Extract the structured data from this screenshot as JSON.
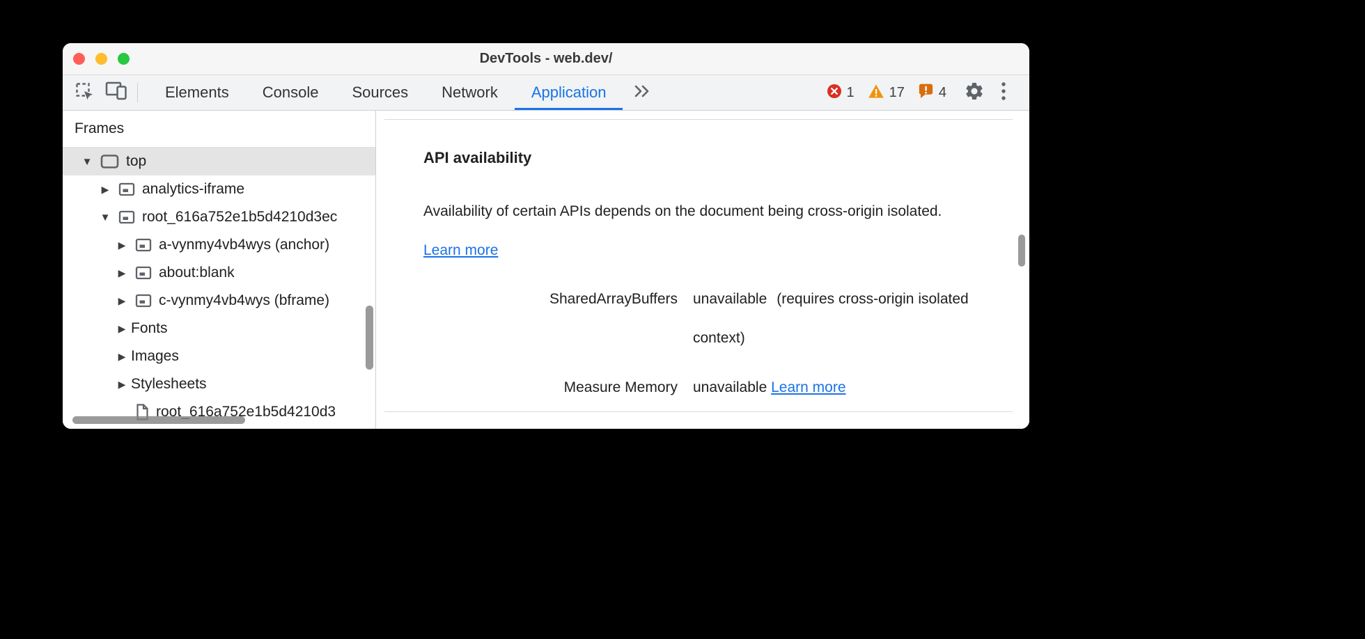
{
  "window": {
    "title": "DevTools - web.dev/"
  },
  "toolbar": {
    "tabs": [
      {
        "label": "Elements"
      },
      {
        "label": "Console"
      },
      {
        "label": "Sources"
      },
      {
        "label": "Network"
      },
      {
        "label": "Application"
      }
    ],
    "active_tab": "Application",
    "badges": {
      "errors": "1",
      "warnings": "17",
      "issues": "4"
    }
  },
  "sidebar": {
    "header": "Frames",
    "tree": [
      {
        "label": "top",
        "expanded": true,
        "selected": true
      },
      {
        "label": "analytics-iframe",
        "expanded": false
      },
      {
        "label": "root_616a752e1b5d4210d3ec",
        "expanded": true
      },
      {
        "label": "a-vynmy4vb4wys (anchor)",
        "expanded": false
      },
      {
        "label": "about:blank",
        "expanded": false
      },
      {
        "label": "c-vynmy4vb4wys (bframe)",
        "expanded": false
      },
      {
        "label": "Fonts",
        "expanded": false
      },
      {
        "label": "Images",
        "expanded": false
      },
      {
        "label": "Stylesheets",
        "expanded": false
      },
      {
        "label": "root_616a752e1b5d4210d3"
      }
    ]
  },
  "main": {
    "section_title": "API availability",
    "description": "Availability of certain APIs depends on the document being cross-origin isolated.",
    "learn_more_label": "Learn more",
    "api_rows": [
      {
        "name": "SharedArrayBuffers",
        "status": "unavailable",
        "detail": "(requires cross-origin isolated context)"
      },
      {
        "name": "Measure Memory",
        "status": "unavailable",
        "link": "Learn more"
      }
    ]
  },
  "colors": {
    "accent": "#1a73e8",
    "link": "#1a73e8",
    "error": "#d93025",
    "warning": "#f0930c",
    "issue": "#d96c0c",
    "toolbar_bg": "#f1f3f4",
    "selection_bg": "#e4e4e4"
  }
}
